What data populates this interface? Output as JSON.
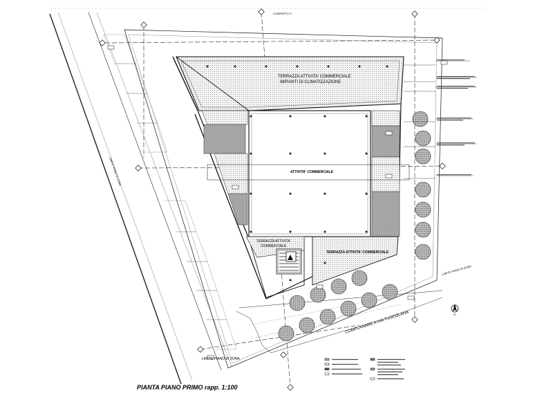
{
  "drawing": {
    "compartment_label": "COMPARTO H",
    "terrace_top": "TERRAZZA ATTIVITA' COMMERCIALE",
    "terrace_top_sub": "IMPIANTI DI CLIMATIZZAZIONE",
    "central_label": "ATTIVITA' COMMERCIALE",
    "terrace_left": "TERRAZZA ATTIVITA'",
    "terrace_left_sub": "COMMERCIALE",
    "terrace_bottom": "TERRAZZA ATTIVITA' COMMERCIALE",
    "zone_limit_left": "LIMITE PIANO DI ZONA",
    "zone_limit_bottom": "LIMITE PIANO DI ZONA",
    "zone_limit_right": "LIMITE PIANO DI ZONA",
    "road_label": "COMPLANARE A VIA TUSCOLANA",
    "north_symbol": "N",
    "plan_title": "PIANTA PIANO PRIMO rapp. 1:100"
  }
}
